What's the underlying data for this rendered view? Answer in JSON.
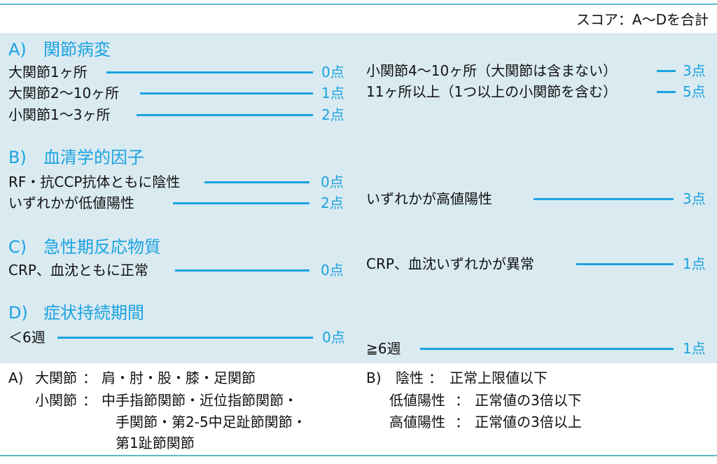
{
  "header": {
    "score_label": "スコア：A〜Dを合計"
  },
  "sections": {
    "a": {
      "letter": "A)",
      "title": "関節病変",
      "items": [
        {
          "label": "大関節1ヶ所",
          "points": "0点"
        },
        {
          "label": "大関節2〜10ヶ所",
          "points": "1点"
        },
        {
          "label": "小関節1〜3ヶ所",
          "points": "2点"
        },
        {
          "label": "小関節4〜10ヶ所（大関節は含まない）",
          "points": "3点"
        },
        {
          "label": "11ヶ所以上（1つ以上の小関節を含む）",
          "points": "5点"
        }
      ]
    },
    "b": {
      "letter": "B)",
      "title": "血清学的因子",
      "items": [
        {
          "label": "RF・抗CCP抗体ともに陰性",
          "points": "0点"
        },
        {
          "label": "いずれかが低値陽性",
          "points": "2点"
        },
        {
          "label": "いずれかが高値陽性",
          "points": "3点"
        }
      ]
    },
    "c": {
      "letter": "C)",
      "title": "急性期反応物質",
      "items": [
        {
          "label": "CRP、血沈ともに正常",
          "points": "0点"
        },
        {
          "label": "CRP、血沈いずれかが異常",
          "points": "1点"
        }
      ]
    },
    "d": {
      "letter": "D)",
      "title": "症状持続期間",
      "items": [
        {
          "label": "＜6週",
          "points": "0点"
        },
        {
          "label": "≧6週",
          "points": "1点"
        }
      ]
    }
  },
  "notes": {
    "a": {
      "letter": "A)",
      "large_label": "大関節",
      "large_value": "肩・肘・股・膝・足関節",
      "small_label": "小関節",
      "small_value_1": "中手指節関節・近位指節関節・",
      "small_value_2": "手関節・第2-5中足趾節関節・",
      "small_value_3": "第1趾節関節"
    },
    "b": {
      "letter": "B)",
      "neg_label": "陰性",
      "neg_value": "正常上限値以下",
      "low_label": "低値陽性",
      "low_value": "正常値の3倍以下",
      "high_label": "高値陽性",
      "high_value": "正常値の3倍以上"
    },
    "sep": "："
  },
  "colors": {
    "accent": "#1aa3e0",
    "panel_bg": "#daeaf1",
    "rule": "#5bb8c9"
  }
}
